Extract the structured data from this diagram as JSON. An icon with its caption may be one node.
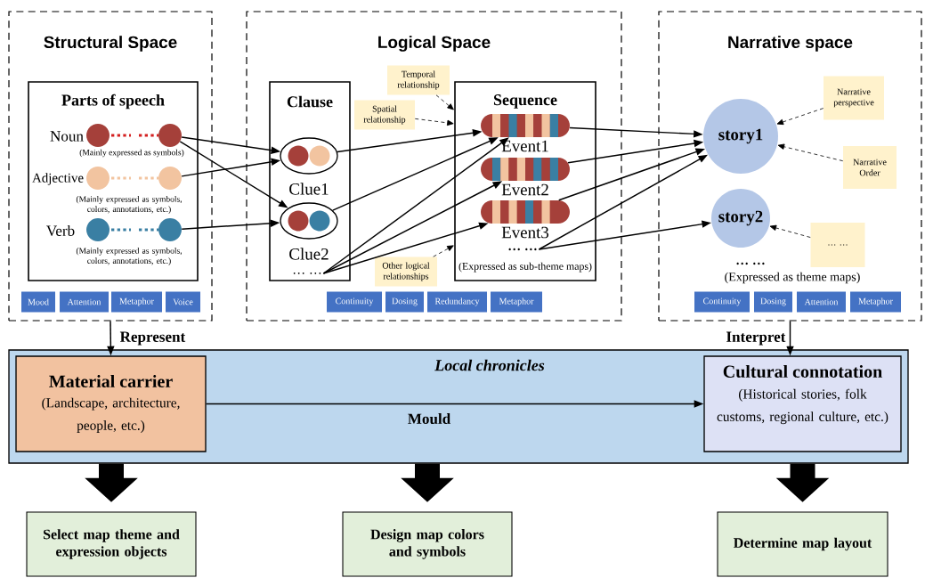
{
  "diagram": {
    "nodes": [
      {
        "text": [
          "Structural Space"
        ]
      },
      {
        "text": [
          "Parts of speech"
        ],
        "in": 0
      },
      {
        "text": [],
        "shape": "circle",
        "in": 1
      },
      {
        "text": [],
        "shape": "circle",
        "in": 1
      },
      {
        "text": [],
        "shape": "circle",
        "in": 1
      },
      {
        "text": [],
        "shape": "circle",
        "in": 1
      },
      {
        "text": [],
        "shape": "circle",
        "in": 1
      },
      {
        "text": [],
        "shape": "circle",
        "in": 1
      },
      {
        "text": [
          "Mood"
        ],
        "in": 0
      },
      {
        "text": [
          "Attention"
        ],
        "in": 0
      },
      {
        "text": [
          "Metaphor"
        ],
        "in": 0
      },
      {
        "text": [
          "Voice"
        ],
        "in": 0
      },
      {
        "text": [
          "Logical Space"
        ]
      },
      {
        "text": [
          "Clause"
        ],
        "in": 12
      },
      {
        "text": [],
        "shape": "ellipse",
        "beside": [
          "Clue1"
        ],
        "in": 13
      },
      {
        "text": [],
        "shape": "ellipse",
        "beside": [
          "Clue2"
        ],
        "in": 13
      },
      {
        "text": [
          "… …"
        ],
        "in": 13
      },
      {
        "text": [
          "Temporal relationship"
        ],
        "in": 12
      },
      {
        "text": [
          "Spatial relationship"
        ],
        "in": 12
      },
      {
        "text": [
          "Other logical relationships"
        ],
        "in": 12
      },
      {
        "text": [
          "Sequence"
        ],
        "in": 12
      },
      {
        "text": [],
        "shape": "bar",
        "beside": [
          "Event1"
        ],
        "in": 20
      },
      {
        "text": [],
        "shape": "bar",
        "beside": [
          "Event2"
        ],
        "in": 20
      },
      {
        "text": [],
        "shape": "bar",
        "beside": [
          "Event3"
        ],
        "in": 20
      },
      {
        "text": [
          "… …"
        ],
        "in": 20
      },
      {
        "text": [
          "Continuity"
        ],
        "in": 12
      },
      {
        "text": [
          "Dosing"
        ],
        "in": 12
      },
      {
        "text": [
          "Redundancy"
        ],
        "in": 12
      },
      {
        "text": [
          "Metaphor"
        ],
        "in": 12
      },
      {
        "text": [
          "Narrative space"
        ]
      },
      {
        "text": [
          "story1"
        ],
        "in": 29
      },
      {
        "text": [
          "story2"
        ],
        "in": 29
      },
      {
        "text": [
          "Narrative perspective"
        ],
        "in": 29
      },
      {
        "text": [
          "Narrative Order"
        ],
        "in": 29
      },
      {
        "text": [
          "… …"
        ],
        "in": 29
      },
      {
        "text": [
          "Continuity"
        ],
        "in": 29
      },
      {
        "text": [
          "Dosing"
        ],
        "in": 29
      },
      {
        "text": [
          "Attention"
        ],
        "in": 29
      },
      {
        "text": [
          "Metaphor"
        ],
        "in": 29
      },
      {
        "text": [
          "Local chronicles"
        ]
      },
      {
        "text": [
          "Material carrier",
          "(Landscape, architecture, people, etc.)"
        ],
        "in": 39
      },
      {
        "text": [
          "Cultural connotation",
          "(Historical stories, folk customs, regional culture, etc.)"
        ],
        "in": 39
      },
      {
        "text": [
          "Select map theme and expression objects"
        ]
      },
      {
        "text": [
          "Design map colors and symbols"
        ]
      },
      {
        "text": [
          "Determine map layout"
        ]
      }
    ],
    "edges": [
      {
        "from": 3,
        "to": 14,
        "arrow": "to"
      },
      {
        "from": 3,
        "to": 15,
        "arrow": "to"
      },
      {
        "from": 5,
        "to": 14,
        "arrow": "to"
      },
      {
        "from": 7,
        "to": 15,
        "arrow": "to"
      },
      {
        "from": 14,
        "to": 21,
        "arrow": "to"
      },
      {
        "from": 15,
        "to": 21,
        "arrow": "to"
      },
      {
        "from": 16,
        "to": 21,
        "arrow": "to"
      },
      {
        "from": 16,
        "to": 22,
        "arrow": "to"
      },
      {
        "from": 16,
        "to": 23,
        "arrow": "to"
      },
      {
        "from": 17,
        "to": 20,
        "arrow": "to",
        "style": "dashed"
      },
      {
        "from": 18,
        "to": 20,
        "arrow": "to",
        "style": "dashed"
      },
      {
        "from": 19,
        "to": 20,
        "arrow": "to",
        "style": "dashed"
      },
      {
        "from": 21,
        "to": 30,
        "arrow": "to"
      },
      {
        "from": 22,
        "to": 30,
        "arrow": "to"
      },
      {
        "from": 23,
        "to": 30,
        "arrow": "to"
      },
      {
        "from": 24,
        "to": 30,
        "arrow": "to"
      },
      {
        "from": 24,
        "to": 31,
        "arrow": "to"
      },
      {
        "from": 32,
        "to": 30,
        "arrow": "to",
        "style": "dashed"
      },
      {
        "from": 33,
        "to": 30,
        "arrow": "to",
        "style": "dashed"
      },
      {
        "from": 34,
        "to": 31,
        "arrow": "to",
        "style": "dashed"
      },
      {
        "from": 0,
        "to": 40,
        "arrow": "to",
        "label": "Represent"
      },
      {
        "from": 29,
        "to": 41,
        "arrow": "to",
        "label": "Interpret"
      },
      {
        "from": 40,
        "to": 41,
        "arrow": "to",
        "label": "Mould"
      },
      {
        "from": 39,
        "to": 42,
        "arrow": "to",
        "style": "thick"
      },
      {
        "from": 39,
        "to": 43,
        "arrow": "to",
        "style": "thick"
      },
      {
        "from": 39,
        "to": 44,
        "arrow": "to",
        "style": "thick"
      }
    ],
    "labels": [
      "Noun",
      "(Mainly expressed as symbols)",
      "Adjective",
      "(Mainly expressed as symbols, colors, annotations, etc.)",
      "Verb",
      "(Mainly expressed as symbols, colors, annotations, etc.)",
      "(Expressed as sub-theme maps)",
      "… …",
      "(Expressed as theme maps)"
    ]
  }
}
